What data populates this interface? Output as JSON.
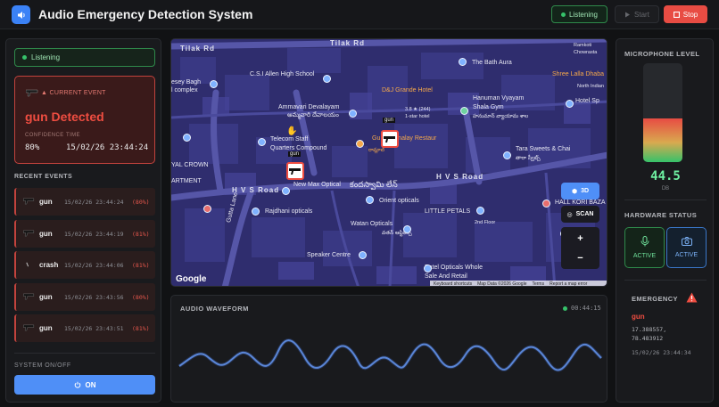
{
  "header": {
    "title": "Audio Emergency Detection System",
    "listening_label": "Listening",
    "start_label": "Start",
    "stop_label": "Stop"
  },
  "left": {
    "status_label": "Listening",
    "current_event": {
      "label": "CURRENT EVENT",
      "title": "gun Detected",
      "confidence_label": "CONFIDENCE",
      "time_label": "TIME",
      "confidence": "80%",
      "time": "15/02/26 23:44:24"
    },
    "recent_title": "RECENT EVENTS",
    "events": [
      {
        "type": "gun",
        "time": "15/02/26 23:44:24",
        "conf": "(80%)"
      },
      {
        "type": "gun",
        "time": "15/02/26 23:44:19",
        "conf": "(81%)"
      },
      {
        "type": "crash",
        "time": "15/02/26 23:44:06",
        "conf": "(81%)"
      },
      {
        "type": "gun",
        "time": "15/02/26 23:43:56",
        "conf": "(80%)"
      },
      {
        "type": "gun",
        "time": "15/02/26 23:43:51",
        "conf": "(81%)"
      }
    ],
    "system_label": "SYSTEM ON/OFF",
    "on_label": "ON"
  },
  "map": {
    "labels": {
      "tilak_rd_1": "Tilak Rd",
      "tilak_rd_2": "Tilak Rd",
      "csi_allen": "C.S.I Allen High School",
      "essey_bagh": "esey Bagh",
      "complex": "l complex",
      "ammavari": "Ammavari Devalayam",
      "ammavari_te": "అమ్మవారి దేవాలయం",
      "dj_grande": "D&J Grande Hotel",
      "dj_rating": "3.8 ★ (244)",
      "dj_star": "1-star hotel",
      "bath_aura": "The Bath Aura",
      "hanuman": "Hanuman Vyayam",
      "hanuman2": "Shala Gym",
      "hanuman_te": "హనుమాన్ వ్యాయామ శాల",
      "shree_lalla": "Shree Lalla Dhaba",
      "ramkoti": "Ramkoti",
      "chowrasta": "Chowrasta",
      "north_indian": "North Indian",
      "hotel_sp": "Hotel Sp",
      "telecom": "Telecom Staff",
      "quarters": "Quarters Compound",
      "royal_crown": "YAL CROWN",
      "apartment": "ARTMENT",
      "gun_marker": "gun",
      "gun_marker2": "gun",
      "bhojanalay": "Gu   Bhojanalay Restaur",
      "ramlal_te": "రామ్లాల్",
      "tara": "Tara Sweets & Chai",
      "tara_te": "తారా స్వీట్స్",
      "hvs1": "H V S Road",
      "hvs2": "H V S Road",
      "new_max": "New Max Optical",
      "kandaswamy": "కందస్వామి లేన్",
      "orient": "Orient opticals",
      "rajdhani": "Rajdhani opticals",
      "little_petals": "LITTLE PETALS",
      "second_floor": "2nd Floor",
      "hall_kori": "HALL KORI BAZA",
      "watan": "Watan Opticals",
      "watan_te": "వతన్ ఆప్టికల్స్",
      "gutha": "Gutta Lane",
      "speaker": "Speaker Centre",
      "patel": "Patel Opticals Whole",
      "patel2": "Sale And Retail",
      "tara_opticals": "Ta",
      "google": "Google",
      "kb": "Keyboard shortcuts",
      "mapdata": "Map Data ©2026 Google",
      "terms": "Terms",
      "report": "Report a map error",
      "btn_3d": "3D",
      "btn_scan": "SCAN",
      "zoom_in": "+",
      "zoom_out": "−"
    }
  },
  "waveform": {
    "title": "AUDIO WAVEFORM",
    "time": "00:44:15"
  },
  "right": {
    "mic_title": "MICROPHONE LEVEL",
    "level": "44.5",
    "level_fraction": 0.44,
    "unit": "DB",
    "hw_title": "HARDWARE STATUS",
    "mic_status": "ACTIVE",
    "cam_status": "ACTIVE",
    "emergency_title": "EMERGENCY",
    "emergency_type": "gun",
    "lat": "17.388557,",
    "lng": "78.483912",
    "emergency_time": "15/02/26 23:44:34"
  },
  "colors": {
    "accent": "#3b82f6",
    "alert": "#ef4d41",
    "ok": "#36c26a"
  }
}
